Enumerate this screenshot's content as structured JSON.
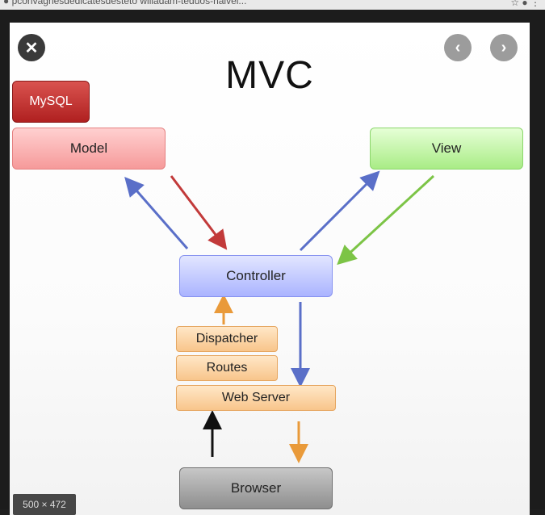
{
  "browser_chrome": {
    "url": "● pconvagnesdedicatesdesteto willadam-teduos-halvel..."
  },
  "viewer": {
    "close_icon": "close-icon",
    "prev_icon": "chevron-left-icon",
    "next_icon": "chevron-right-icon",
    "size_label": "500 × 472"
  },
  "diagram": {
    "title": "MVC",
    "nodes": {
      "mysql": "MySQL",
      "model": "Model",
      "view": "View",
      "controller": "Controller",
      "dispatcher": "Dispatcher",
      "routes": "Routes",
      "web_server": "Web Server",
      "browser": "Browser"
    }
  },
  "colors": {
    "blue_arrow": "#5a6fc8",
    "red_arrow": "#c23a3a",
    "green_arrow": "#7cc446",
    "orange_arrow": "#e99a3a",
    "black_arrow": "#111111"
  }
}
